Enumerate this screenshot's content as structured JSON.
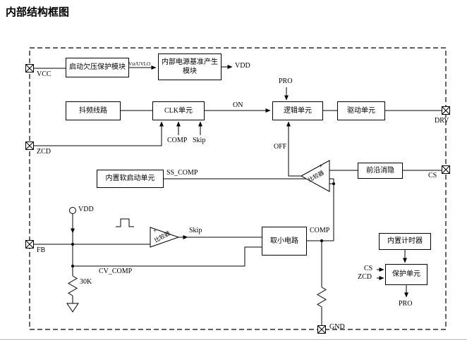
{
  "title": "内部结构框图",
  "blocks": {
    "startup": "启动欠压保护模块",
    "ref": "内部电源基准产生模块",
    "jitter": "抖频线路",
    "clk": "CLK单元",
    "logic": "逻辑单元",
    "drive": "驱动单元",
    "blanking": "前沿消隐",
    "softstart": "内置软启动单元",
    "takemin": "取小电路",
    "timer": "内置计时器",
    "protect": "保护单元"
  },
  "comparators": {
    "top": {
      "label": "比较器",
      "plus": "+"
    },
    "bottom": {
      "label": "比较器",
      "plus": "+"
    }
  },
  "pins": {
    "vcc": "VCC",
    "zcd": "ZCD",
    "fb": "FB",
    "drv": "DRV",
    "cs": "CS",
    "gnd": "GND"
  },
  "signals": {
    "vst_uvlo": "Vst/UVLO",
    "vdd_top": "VDD",
    "pro_top": "PRO",
    "on": "ON",
    "comp_clk": "COMP",
    "skip_clk": "Skip",
    "off": "OFF",
    "ss_comp": "SS_COMP",
    "vdd_source": "VDD",
    "skip_out": "Skip",
    "comp_net": "COMP",
    "cv_comp": "CV_COMP",
    "r30k": "30K",
    "cs_in": "CS",
    "zcd_in": "ZCD",
    "pro_out": "PRO"
  }
}
